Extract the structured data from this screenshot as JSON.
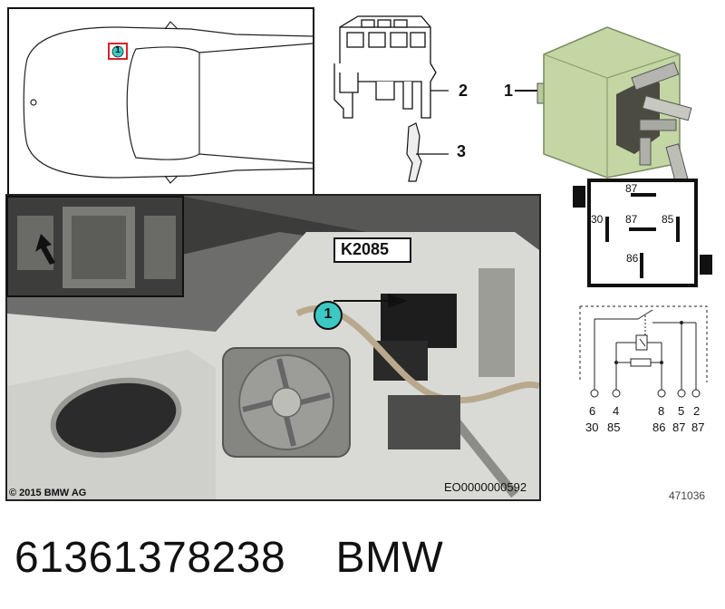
{
  "diagram": {
    "callouts": {
      "relay_item": "1",
      "connector_item": "2",
      "terminal_item": "3",
      "photo_marker": "1",
      "car_marker": "1"
    },
    "component_label": "K2085",
    "pin_diagram": {
      "top": "87",
      "left": "30",
      "center": "87",
      "right": "85",
      "bottom": "86"
    },
    "schematic_pins": [
      {
        "number": "6",
        "terminal": "30"
      },
      {
        "number": "4",
        "terminal": "85"
      },
      {
        "number": "8",
        "terminal": "86"
      },
      {
        "number": "5",
        "terminal": "87"
      },
      {
        "number": "2",
        "terminal": "87"
      }
    ],
    "copyright": "© 2015 BMW AG",
    "photo_code": "EO0000000592",
    "diagram_code": "471036"
  },
  "caption": {
    "part_number": "61361378238",
    "brand": "BMW"
  },
  "colors": {
    "relay_green": "#c3d6a3",
    "callout_teal": "#3cc9c4",
    "marker_red": "#d8232a",
    "outline": "#111111"
  }
}
